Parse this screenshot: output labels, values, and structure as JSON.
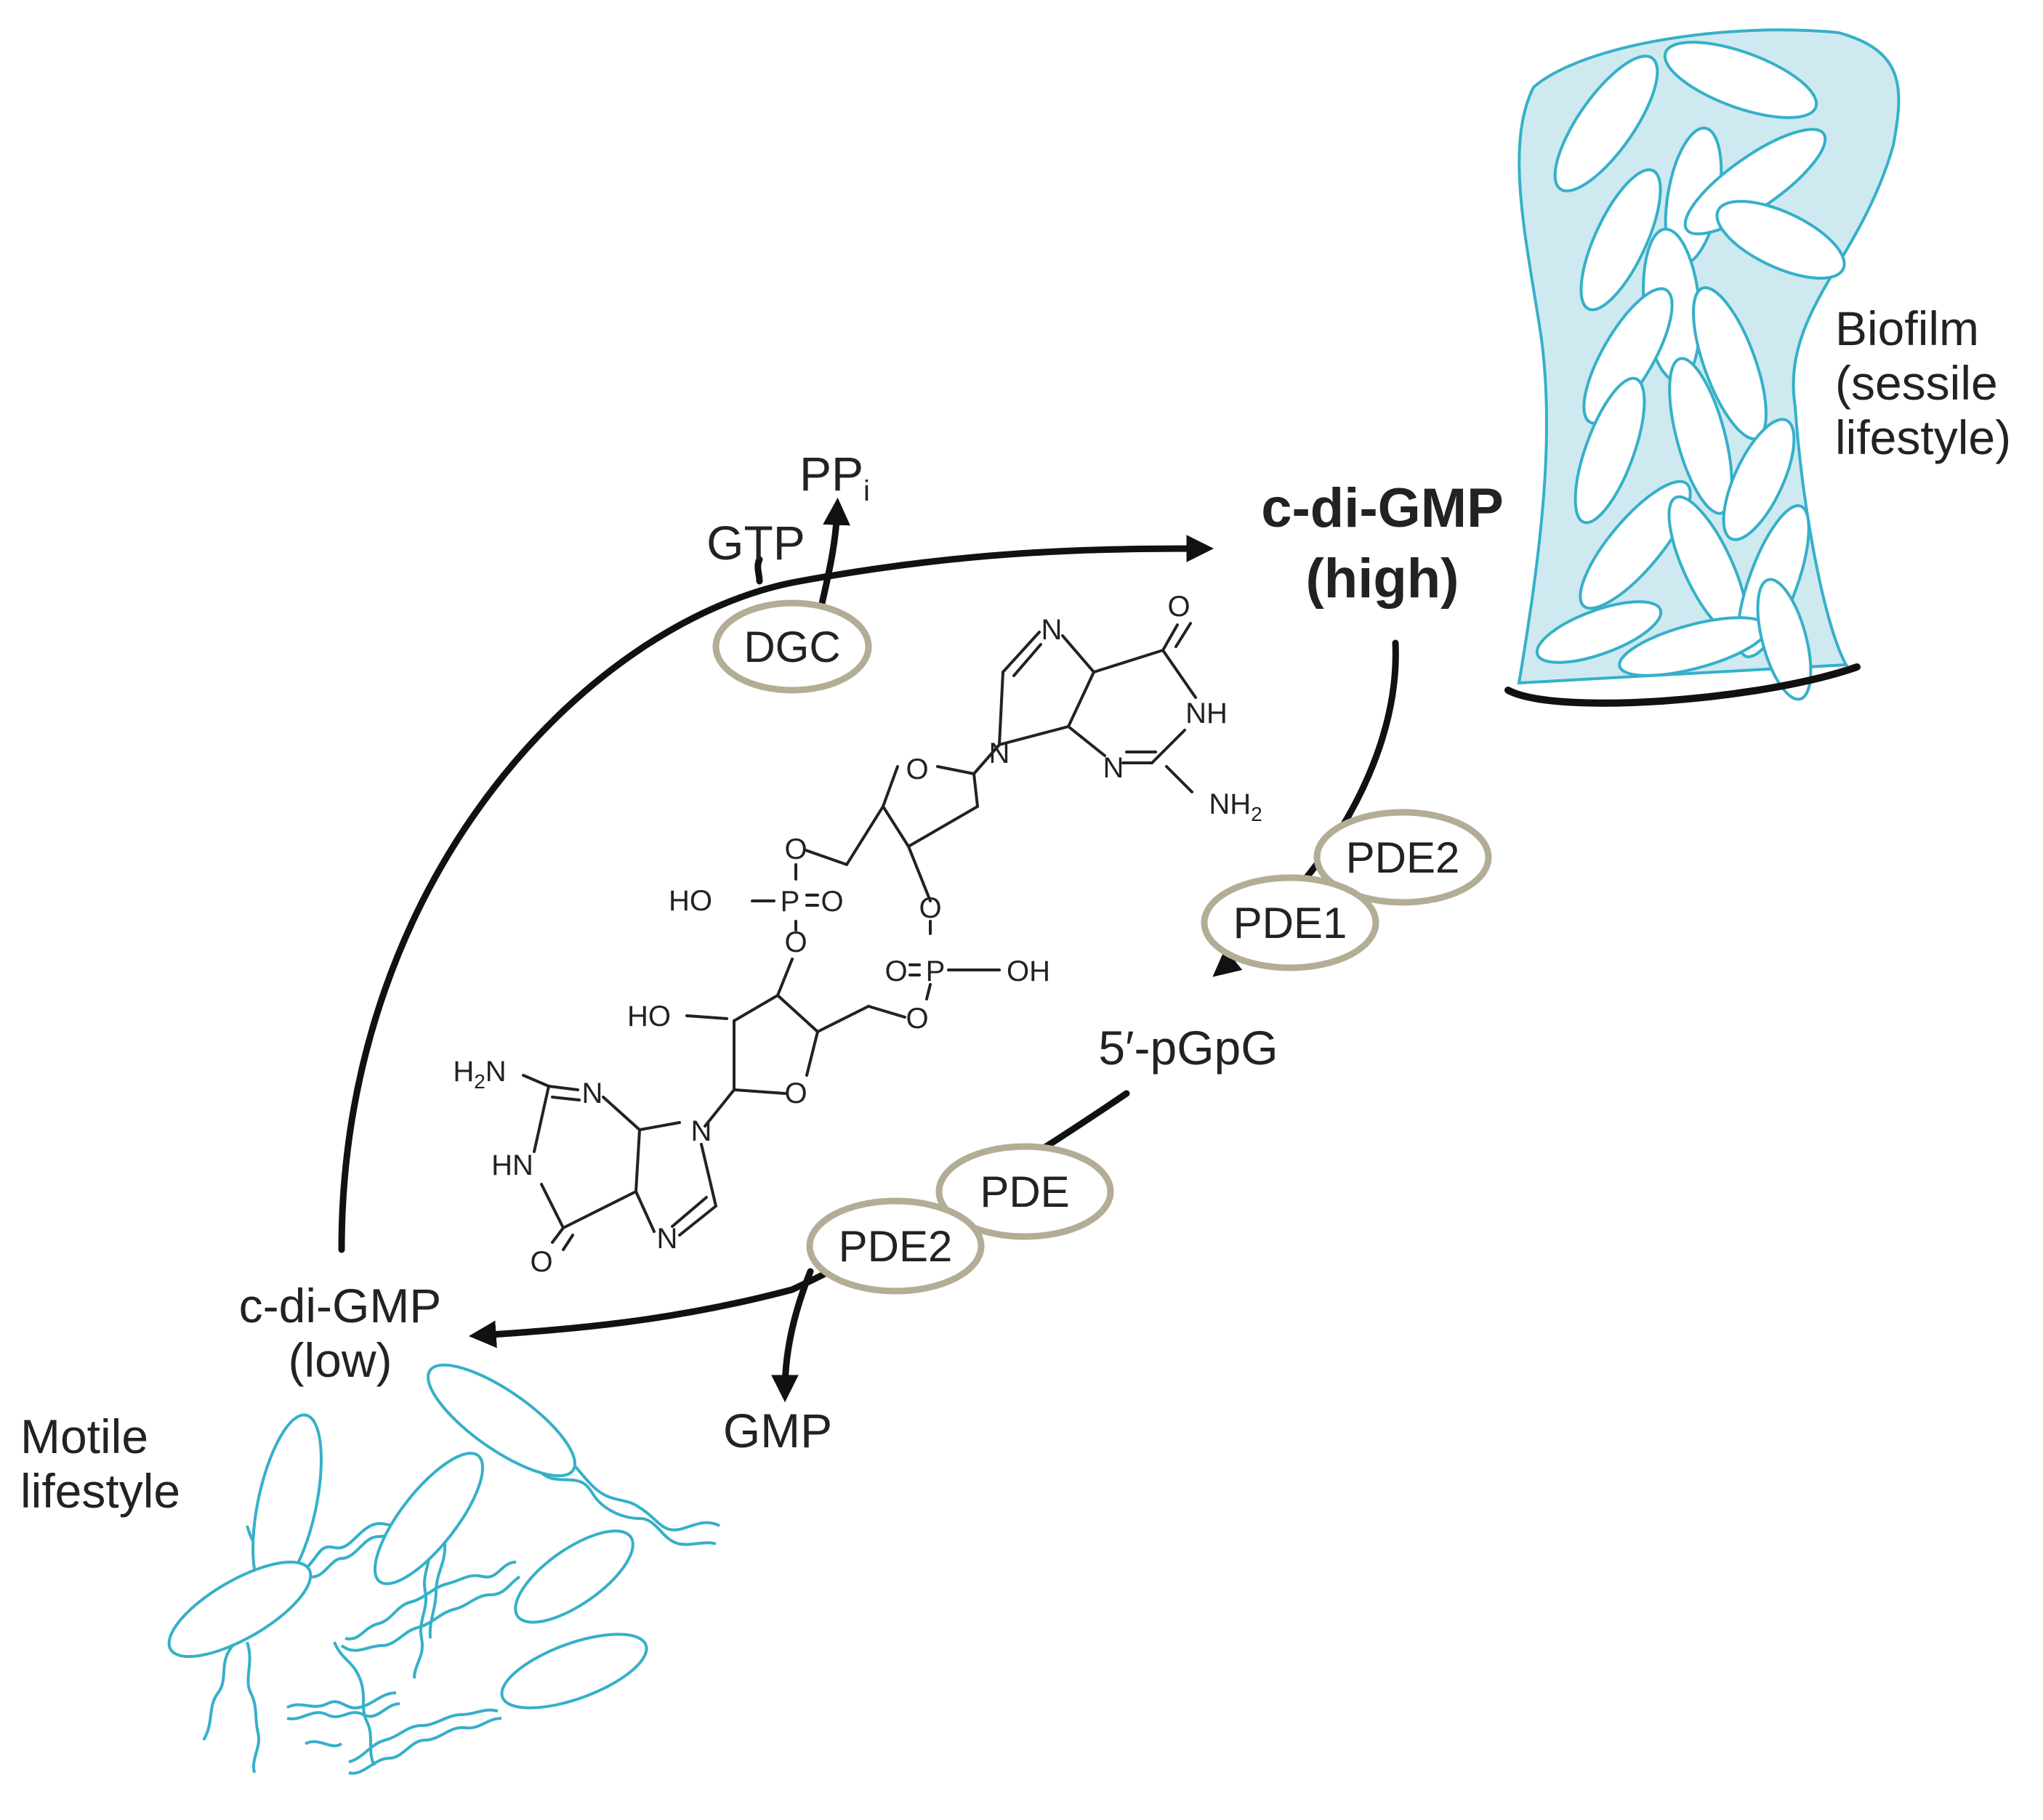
{
  "nodes": {
    "cdigmp_high": {
      "line1": "c-di-GMP",
      "line2": "(high)"
    },
    "cdigmp_low": {
      "line1": "c-di-GMP",
      "line2": "(low)"
    },
    "pgpg": "5′-pGpG",
    "gmp": "GMP",
    "gtp": "GTP",
    "ppi": {
      "base": "PP",
      "sub": "i"
    }
  },
  "enzymes": {
    "dgc": "DGC",
    "pde1": "PDE1",
    "pde2_top": "PDE2",
    "pde": "PDE",
    "pde2_bottom": "PDE2"
  },
  "lifestyles": {
    "biofilm": {
      "line1": "Biofilm",
      "line2": "(sessile",
      "line3": "lifestyle)"
    },
    "motile": {
      "line1": "Motile",
      "line2": "lifestyle"
    }
  },
  "molecule": {
    "N_top": "N",
    "O_top": "O",
    "NH_top": "NH",
    "N_left_top": "N",
    "N_bottom_top": "N",
    "NH2_top": "NH",
    "NH2_top_sub": "2",
    "O_ring_top": "O",
    "O_p1_top": "O",
    "HO_p1": "HO",
    "P1": "P",
    "O_p1_dbl": "O",
    "O_p1_bottom": "O",
    "O_p2_top": "O",
    "O_p2_dbl": "O",
    "P2": "P",
    "OH_p2": "OH",
    "O_p2_bottom": "O",
    "HO_ribose": "HO",
    "O_ring_bottom": "O",
    "H2N_bottom": "H",
    "H2N_bottom_sub": "2",
    "H2N_bottom_N": "N",
    "N_bottom_ring": "N",
    "HN_bottom": "HN",
    "N_bottom_right": "N",
    "N_bottom_low": "N",
    "O_bottom": "O"
  },
  "colors": {
    "cyan": "#35b0c8",
    "biofilm_fill": "#cfe9f0",
    "enzyme_outline": "#b2ad94",
    "arrows": "#111111"
  }
}
